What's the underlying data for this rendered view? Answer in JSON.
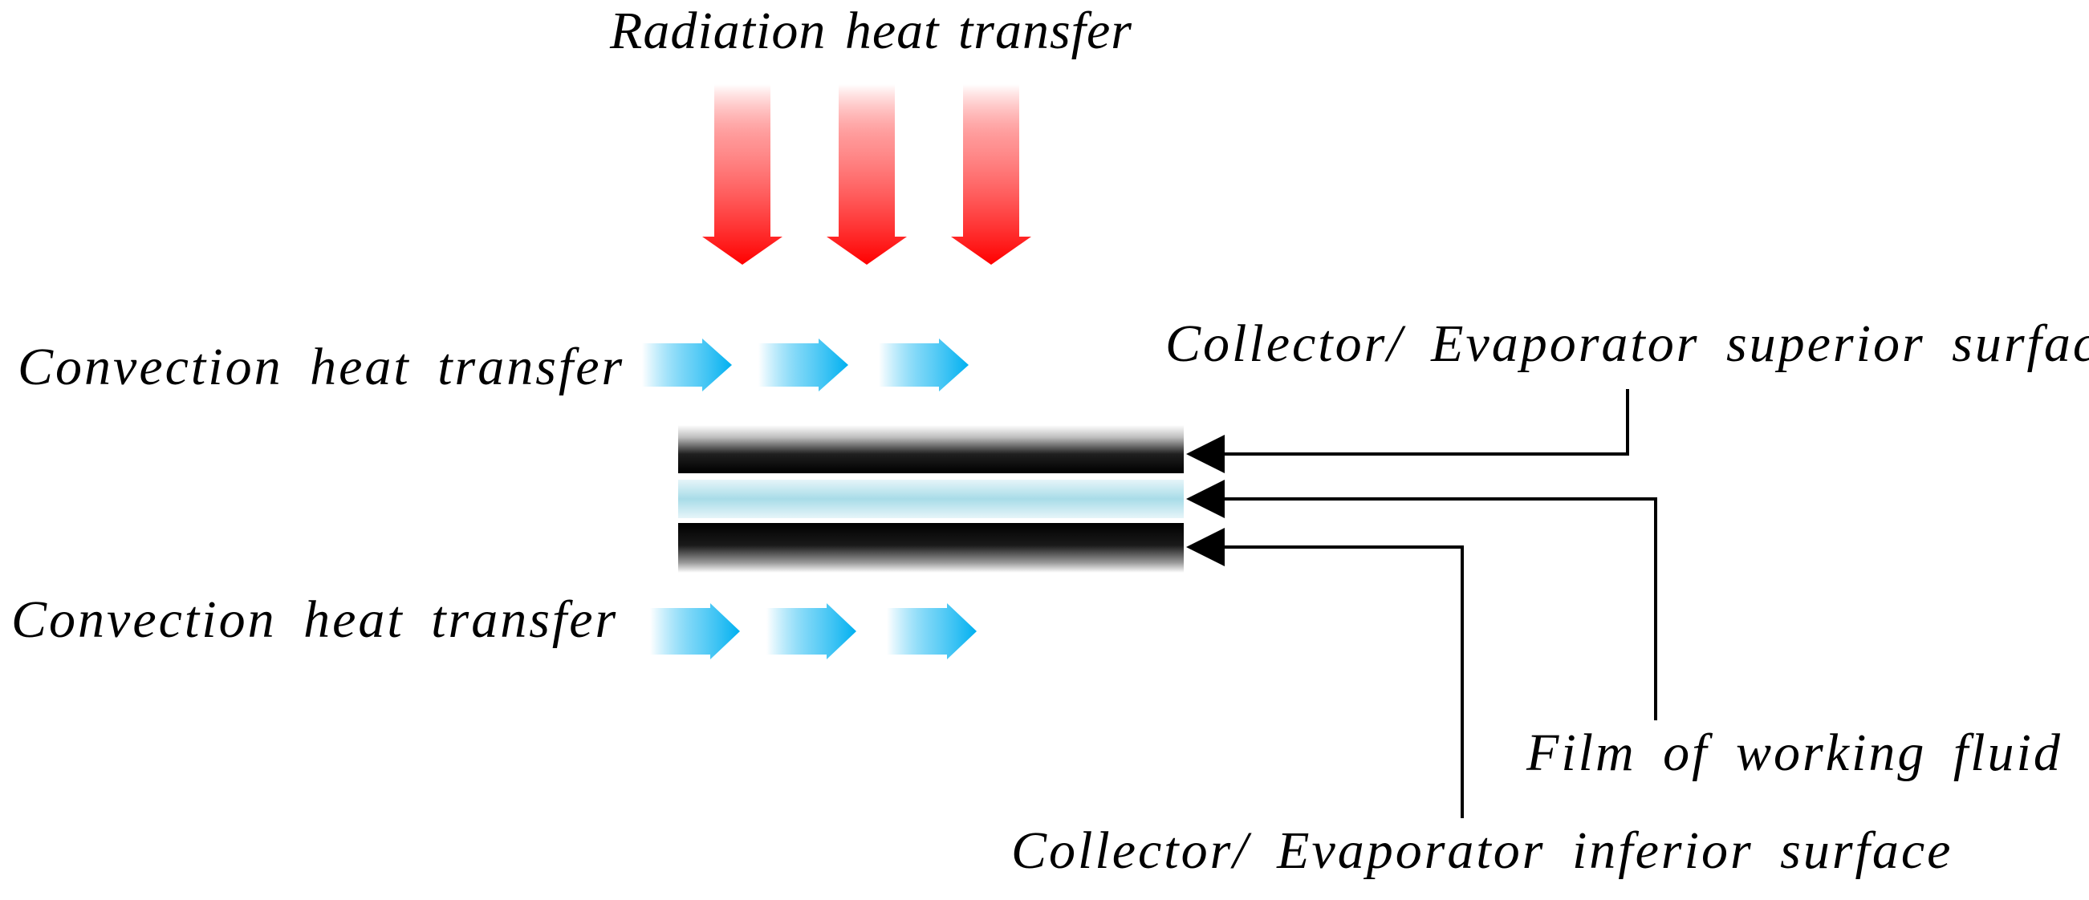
{
  "labels": {
    "radiation": "Radiation heat transfer",
    "convection_top": "Convection heat transfer",
    "convection_bottom": "Convection heat transfer",
    "superior_surface": "Collector/ Evaporator superior surface",
    "film": "Film of working fluid",
    "inferior_surface": "Collector/ Evaporator inferior surface"
  },
  "colors": {
    "radiation_arrow": "#ff0000",
    "convection_arrow": "#00b0f0",
    "plate": "#000000",
    "film": "#a8dce8",
    "leader_line": "#000000"
  }
}
